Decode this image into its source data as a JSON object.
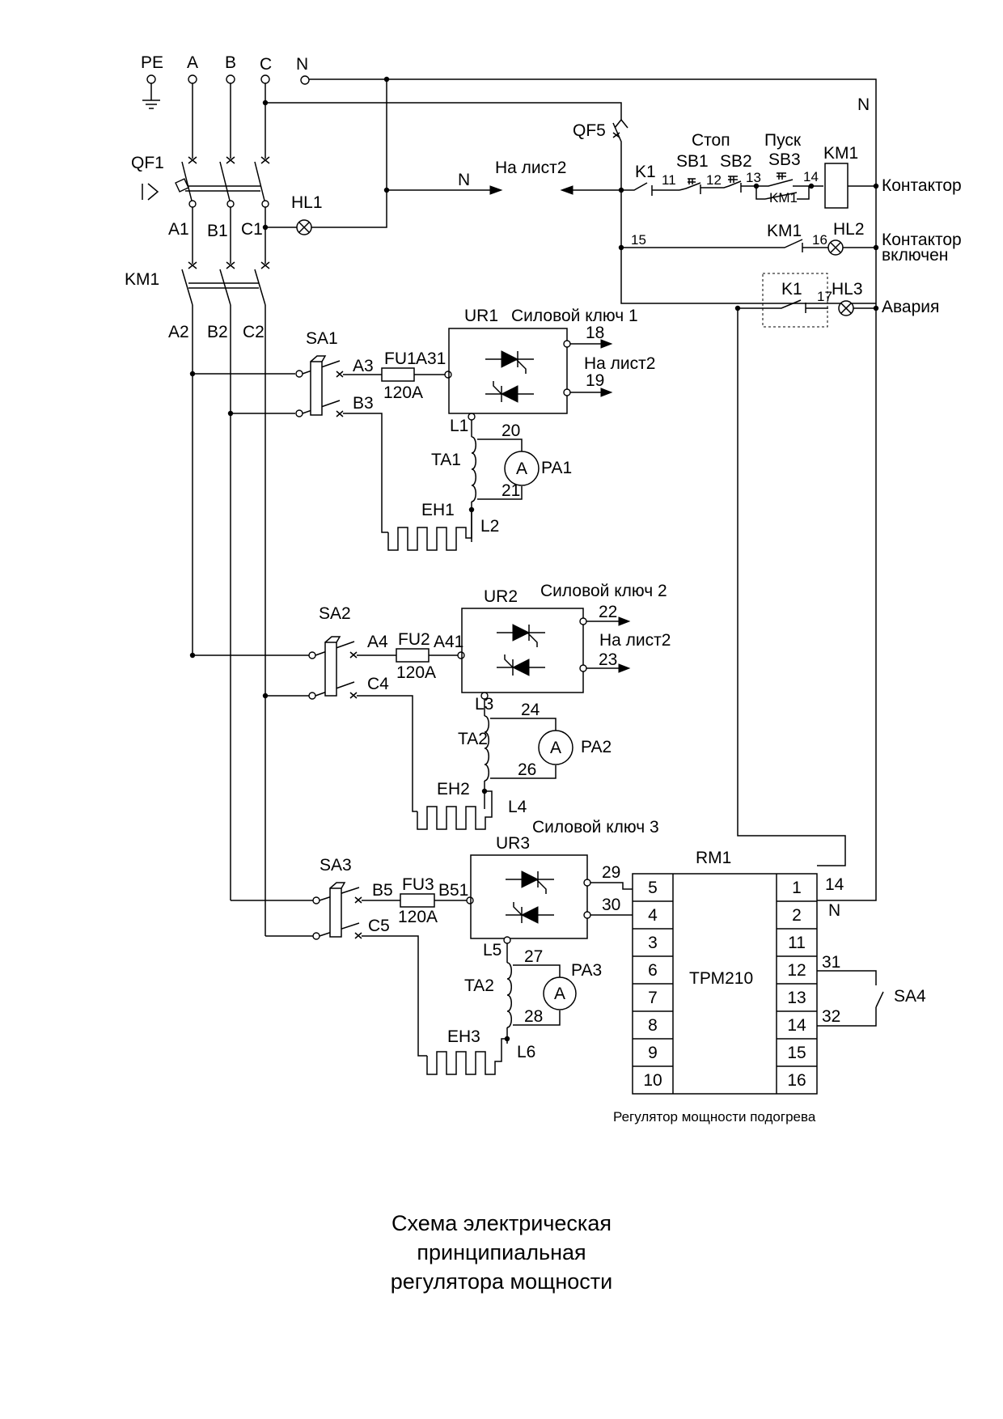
{
  "labels": {
    "pe": "PE",
    "a": "A",
    "b": "B",
    "c": "C",
    "n_top": "N",
    "n_right": "N",
    "n_arrow": "N",
    "qf1": "QF1",
    "qf5": "QF5",
    "hl1": "HL1",
    "hl2": "HL2",
    "hl3": "HL3",
    "km1_left": "KM1",
    "km1_coil": "KM1",
    "km1_hold": "KM1",
    "km1_on": "KM1",
    "a1": "A1",
    "b1": "B1",
    "c1": "C1",
    "a2": "A2",
    "b2": "B2",
    "c2": "C2",
    "na_list2_top": "На лист2",
    "k1": "K1",
    "k1_fault": "K1",
    "n11": "11",
    "n12": "12",
    "n13": "13",
    "n14": "14",
    "n15": "15",
    "n16": "16",
    "n17": "17",
    "sb1": "SB1",
    "sb2": "SB2",
    "sb3": "SB3",
    "stop": "Стоп",
    "start": "Пуск",
    "kontaktor": "Контактор",
    "kontaktor_on_1": "Контактор",
    "kontaktor_on_2": "включен",
    "avaria": "Авария",
    "ur1": "UR1",
    "key1": "Силовой ключ 1",
    "sa1": "SA1",
    "a3": "A3",
    "b3": "B3",
    "fu1": "FU1",
    "a31": "A31",
    "amp1": "120A",
    "n18": "18",
    "n19": "19",
    "na_list2_1": "На лист2",
    "l1": "L1",
    "l2": "L2",
    "n20": "20",
    "n21": "21",
    "ta1": "TA1",
    "pa1": "PA1",
    "eh1": "EH1",
    "ur2": "UR2",
    "key2": "Силовой ключ 2",
    "sa2": "SA2",
    "a4": "A4",
    "c4": "C4",
    "fu2": "FU2",
    "a41": "A41",
    "amp2": "120A",
    "n22": "22",
    "n23": "23",
    "na_list2_2": "На лист2",
    "l3": "L3",
    "l4": "L4",
    "n24": "24",
    "n26": "26",
    "ta2": "TA2",
    "pa2": "PA2",
    "eh2": "EH2",
    "ur3": "UR3",
    "key3": "Силовой ключ 3",
    "sa3": "SA3",
    "b5": "B5",
    "c5": "C5",
    "fu3": "FU3",
    "b51": "B51",
    "amp3": "120A",
    "n29": "29",
    "n30": "30",
    "l5": "L5",
    "l6": "L6",
    "n27": "27",
    "n28": "28",
    "ta3": "TA2",
    "pa3": "PA3",
    "eh3": "EH3",
    "rm1": "RM1",
    "trm": "ТРМ210",
    "rm14": "14",
    "rmN": "N",
    "n31": "31",
    "n32": "32",
    "sa4": "SA4",
    "ammeter": "A",
    "regulator_caption": "Регулятор мощности подогрева"
  },
  "rm1_left_pins": [
    "5",
    "4",
    "3",
    "6",
    "7",
    "8",
    "9",
    "10"
  ],
  "rm1_right_pins": [
    "1",
    "2",
    "11",
    "12",
    "13",
    "14",
    "15",
    "16"
  ],
  "title": {
    "line1": "Схема электрическая",
    "line2": "принципиальная",
    "line3": "регулятора мощности"
  }
}
